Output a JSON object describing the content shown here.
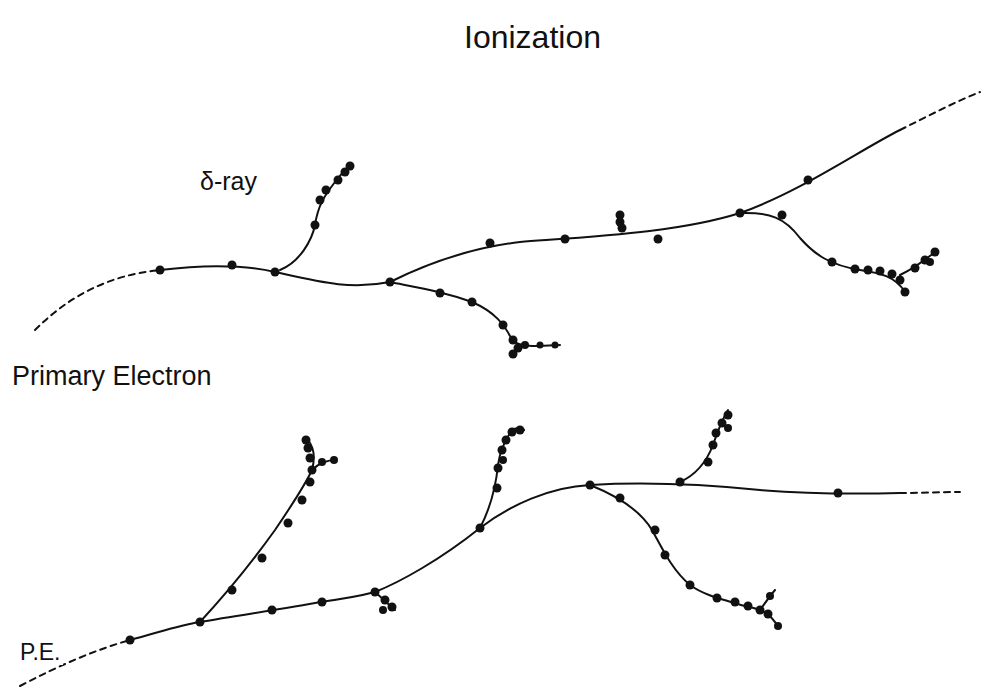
{
  "diagram": {
    "title": "Ionization",
    "labels": [
      "δ-ray",
      "Primary Electron",
      "P.E."
    ]
  }
}
